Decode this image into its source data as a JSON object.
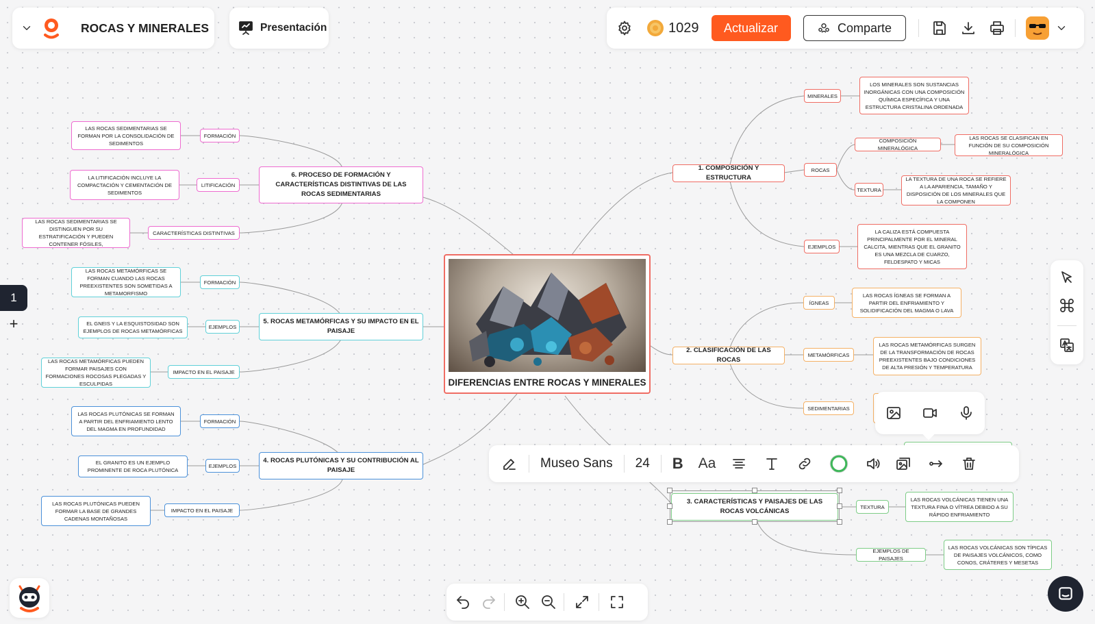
{
  "app": {
    "document_title": "ROCAS Y MINERALES",
    "presentation_label": "Presentación",
    "coins": "1029",
    "upgrade_label": "Actualizar",
    "share_label": "Comparte",
    "page_number": "1",
    "add_page_label": "+"
  },
  "format_toolbar": {
    "font_name": "Museo Sans",
    "font_size": "24"
  },
  "colors": {
    "accent": "#ff5a1f",
    "red": "#ef6c63",
    "orange": "#f4b064",
    "green": "#7dcc86",
    "blue": "#4a90d9",
    "cyan": "#5fd0d8",
    "pink": "#ee6bd0"
  },
  "central": {
    "title": "DIFERENCIAS ENTRE ROCAS Y MINERALES",
    "image": "rocks-and-minerals-photo"
  },
  "nodes": {
    "composicion": "1. COMPOSICIÓN Y ESTRUCTURA",
    "minerales": "MINERALES",
    "minerales_desc": "LOS MINERALES SON SUSTANCIAS INORGÁNICAS CON UNA COMPOSICIÓN QUÍMICA ESPECÍFICA Y UNA ESTRUCTURA CRISTALINA ORDENADA",
    "rocas": "ROCAS",
    "comp_mineralogica": "COMPOSICIÓN MINERALÓGICA",
    "comp_mineralogica_desc": "LAS ROCAS SE CLASIFICAN EN FUNCIÓN DE SU COMPOSICIÓN MINERALÓGICA",
    "textura": "TEXTURA",
    "textura_desc": "LA TEXTURA DE UNA ROCA SE REFIERE A LA APARIENCIA, TAMAÑO Y DISPOSICIÓN DE LOS MINERALES QUE LA COMPONEN",
    "ejemplos": "EJEMPLOS",
    "ejemplos_desc": "LA CALIZA ESTÁ COMPUESTA PRINCIPALMENTE POR EL MINERAL CALCITA, MIENTRAS QUE EL GRANITO ES UNA MEZCLA DE CUARZO, FELDESPATO Y MICAS",
    "clasificacion": "2. CLASIFICACIÓN DE LAS ROCAS",
    "igneas": "ÍGNEAS",
    "igneas_desc": "LAS ROCAS ÍGNEAS SE FORMAN A PARTIR DEL ENFRIAMIENTO Y SOLIDIFICACIÓN DEL MAGMA O LAVA",
    "metamorficas": "METAMÓRFICAS",
    "metamorficas_desc": "LAS ROCAS METAMÓRFICAS SURGEN DE LA TRANSFORMACIÓN DE ROCAS PREEXISTENTES BAJO CONDICIONES DE ALTA PRESIÓN Y TEMPERATURA",
    "sedimentarias": "SEDIMENTARIAS",
    "volcanicas": "3. CARACTERÍSTICAS Y PAISAJES DE LAS ROCAS VOLCÁNICAS",
    "volc_textura": "TEXTURA",
    "volc_textura_desc": "LAS ROCAS VOLCÁNICAS TIENEN UNA TEXTURA FINA O VÍTREA DEBIDO A SU RÁPIDO ENFRIAMIENTO",
    "volc_ejemplos": "EJEMPLOS DE PAISAJES",
    "volc_ejemplos_desc": "LAS ROCAS VOLCÁNICAS SON TÍPICAS DE PAISAJES VOLCÁNICOS, COMO CONOS, CRÁTERES Y MESETAS",
    "plutonicas": "4. ROCAS PLUTÓNICAS Y SU CONTRIBUCIÓN AL PAISAJE",
    "plut_formacion": "FORMACIÓN",
    "plut_formacion_desc": "LAS ROCAS PLUTÓNICAS SE FORMAN A PARTIR DEL ENFRIAMIENTO LENTO DEL MAGMA EN PROFUNDIDAD",
    "plut_ejemplos": "EJEMPLOS",
    "plut_ejemplos_desc": "EL GRANITO ES UN EJEMPLO PROMINENTE DE ROCA PLUTÓNICA",
    "plut_impacto": "IMPACTO EN EL PAISAJE",
    "plut_impacto_desc": "LAS ROCAS PLUTÓNICAS PUEDEN FORMAR LA BASE DE GRANDES CADENAS MONTAÑOSAS",
    "metam": "5. ROCAS METAMÓRFICAS Y SU IMPACTO EN EL PAISAJE",
    "metam_formacion": "FORMACIÓN",
    "metam_formacion_desc": "LAS ROCAS METAMÓRFICAS SE FORMAN CUANDO LAS ROCAS PREEXISTENTES SON SOMETIDAS A METAMORFISMO",
    "metam_ejemplos": "EJEMPLOS",
    "metam_ejemplos_desc": "EL GNEIS Y LA ESQUISTOSIDAD SON EJEMPLOS DE ROCAS METAMÓRFICAS",
    "metam_impacto": "IMPACTO EN EL PAISAJE",
    "metam_impacto_desc": "LAS ROCAS METAMÓRFICAS PUEDEN FORMAR PAISAJES CON FORMACIONES ROCOSAS PLEGADAS Y ESCULPIDAS",
    "sedim": "6. PROCESO DE FORMACIÓN Y CARACTERÍSTICAS DISTINTIVAS DE LAS ROCAS SEDIMENTARIAS",
    "sedim_formacion": "FORMACIÓN",
    "sedim_formacion_desc": "LAS ROCAS SEDIMENTARIAS SE FORMAN POR LA CONSOLIDACIÓN DE SEDIMENTOS",
    "sedim_litificacion": "LITIFICACIÓN",
    "sedim_litificacion_desc": "LA LITIFICACIÓN INCLUYE LA COMPACTACIÓN Y CEMENTACIÓN DE SEDIMENTOS",
    "sedim_caracteristicas": "CARACTERÍSTICAS DISTINTIVAS",
    "sedim_caracteristicas_desc": "LAS ROCAS SEDIMENTARIAS SE DISTINGUEN POR SU ESTRATIFICACIÓN Y PUEDEN CONTENER FÓSILES,"
  }
}
